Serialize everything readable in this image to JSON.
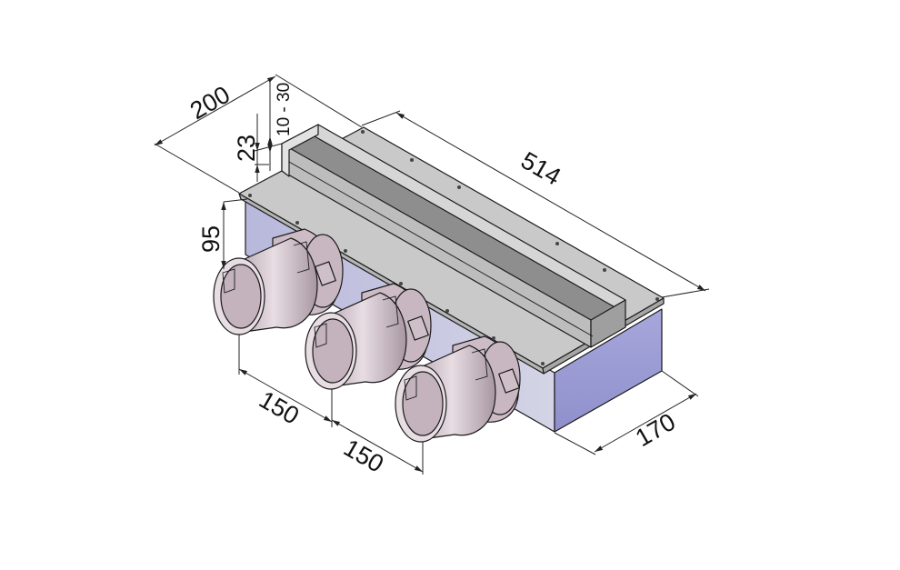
{
  "dimensions": {
    "length": "514",
    "depth": "200",
    "height": "170",
    "collar_height": "95",
    "flange": "23",
    "adjust_range": "10 - 30",
    "spigot_pitch_1": "150",
    "spigot_pitch_2": "150"
  },
  "colors": {
    "box_side": "#9c9cd6",
    "box_front": "#c4c4de",
    "top_plate": "#c8c8c8",
    "channel_dark": "#8a8a8a",
    "spigot": "#d8c6cf"
  }
}
